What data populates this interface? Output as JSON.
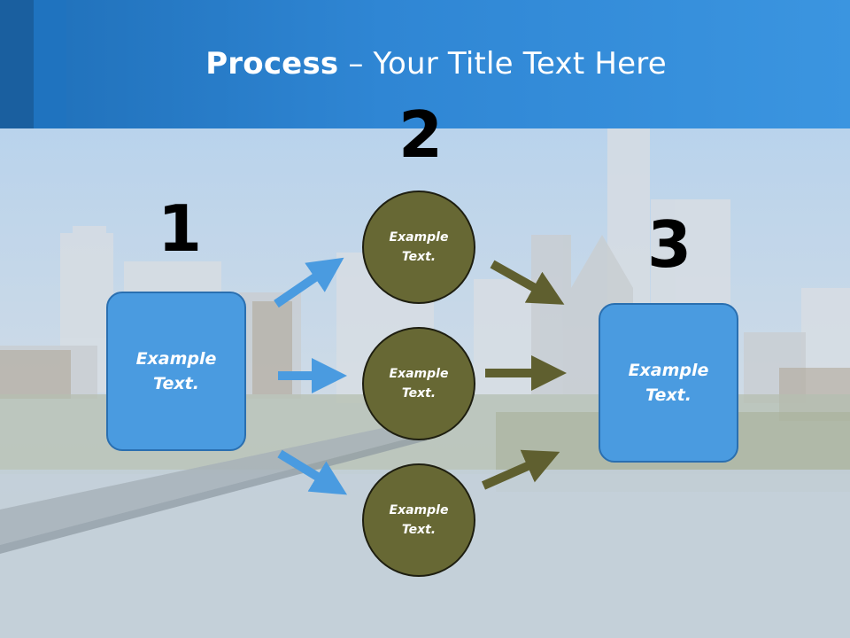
{
  "slide": {
    "title_bold": "Process",
    "title_rest": " – Your Title Text Here"
  },
  "steps": {
    "one": "1",
    "two": "2",
    "three": "3"
  },
  "nodes": {
    "left_box": [
      "Example",
      "Text."
    ],
    "circle_top": [
      "Example",
      "Text."
    ],
    "circle_middle": [
      "Example",
      "Text."
    ],
    "circle_bottom": [
      "Example",
      "Text."
    ],
    "right_box": [
      "Example",
      "Text."
    ]
  },
  "colors": {
    "header_blue": "#2f86d4",
    "box_blue": "#4a9be0",
    "circle_olive": "#676834",
    "arrow_blue": "#4a9be0",
    "arrow_olive": "#5f5f2f"
  }
}
